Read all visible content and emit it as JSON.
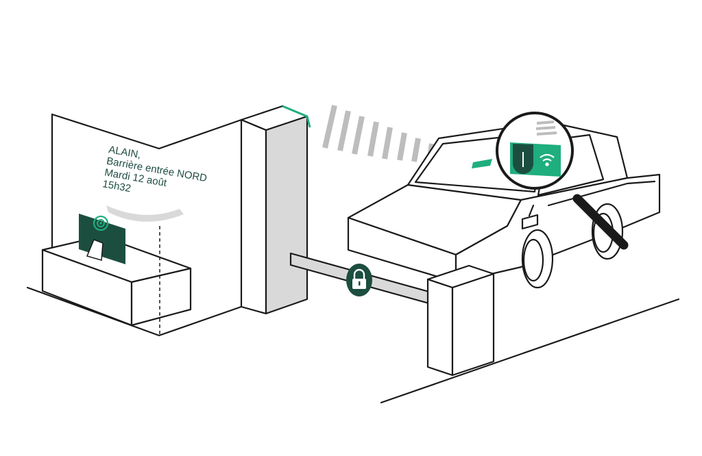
{
  "notification": {
    "name": "ALAIN,",
    "location": "Barrière entrée NORD",
    "date": "Mardi 12 août",
    "time": "15h32"
  },
  "icons": {
    "barrier_lock": "lock-icon",
    "monitor_alert": "radar-icon",
    "badge_wifi": "wifi-icon",
    "badge_logo": "shield-icon",
    "magnifier": "magnifying-glass-icon"
  },
  "colors": {
    "accent_green": "#1fae7e",
    "dark_green": "#1c4e40",
    "signal_gray": "#bdbdbd",
    "line": "#1a1a1a"
  }
}
